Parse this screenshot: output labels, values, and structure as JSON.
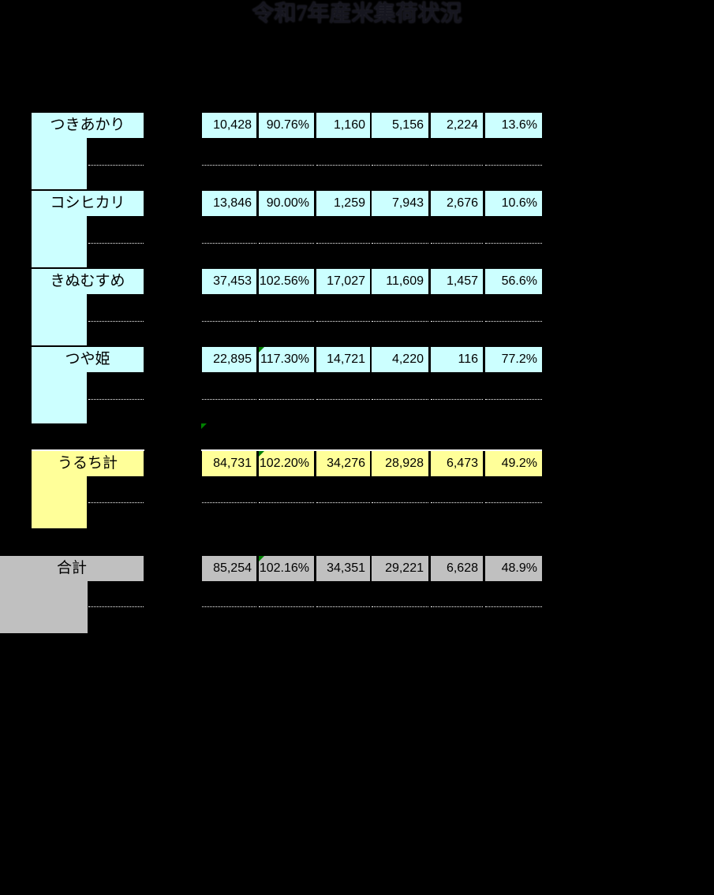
{
  "title": {
    "text": "令和7年産米集荷状況",
    "color": "#16161f"
  },
  "colors": {
    "background": "#000000",
    "cell_text": "#000000",
    "cyan_fill": "#CCFFFF",
    "yellow_fill": "#FFFF99",
    "gray_fill": "#C0C0C0",
    "dotted_line": "#FFFFFF",
    "top_border_line": "#FFFFFF",
    "error_marker_green": "#008000"
  },
  "table": {
    "rows": [
      {
        "label": "つきあかり",
        "fill": "#CCFFFF",
        "values": [
          "10,428",
          "90.76%",
          "1,160",
          "5,156",
          "2,224",
          "13.6%"
        ],
        "percent_error_marker": false,
        "top_border": false
      },
      {
        "label": "コシヒカリ",
        "fill": "#CCFFFF",
        "values": [
          "13,846",
          "90.00%",
          "1,259",
          "7,943",
          "2,676",
          "10.6%"
        ],
        "percent_error_marker": false,
        "top_border": false
      },
      {
        "label": "きぬむすめ",
        "fill": "#CCFFFF",
        "values": [
          "37,453",
          "102.56%",
          "17,027",
          "11,609",
          "1,457",
          "56.6%"
        ],
        "percent_error_marker": false,
        "top_border": false
      },
      {
        "label": "つや姫",
        "fill": "#CCFFFF",
        "values": [
          "22,895",
          "117.30%",
          "14,721",
          "4,220",
          "116",
          "77.2%"
        ],
        "percent_error_marker": true,
        "top_border": false
      },
      {
        "label": "うるち計",
        "fill": "#FFFF99",
        "values": [
          "84,731",
          "102.20%",
          "34,276",
          "28,928",
          "6,473",
          "49.2%"
        ],
        "percent_error_marker": true,
        "top_border": true
      },
      {
        "label": "合計",
        "fill": "#C0C0C0",
        "values": [
          "85,254",
          "102.16%",
          "34,351",
          "29,221",
          "6,628",
          "48.9%"
        ],
        "percent_error_marker": true,
        "top_border": false
      }
    ]
  },
  "stray_error_marker": {
    "present": true,
    "after_row": "つや姫"
  }
}
